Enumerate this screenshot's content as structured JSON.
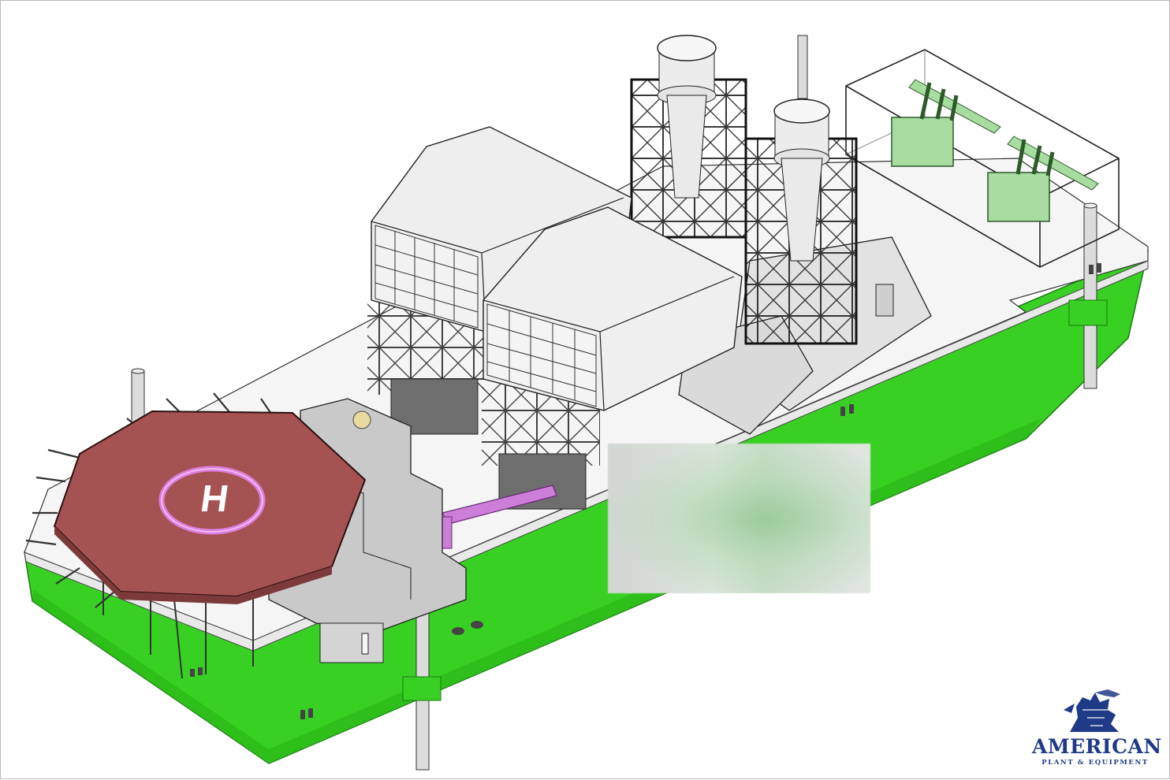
{
  "logo": {
    "word": "AMERICAN",
    "sub": "PLANT & EQUIPMENT",
    "color": "#1f3a86",
    "icon": "griffin-icon"
  },
  "helipad": {
    "marking": "H"
  },
  "colors": {
    "hull": "#39d024",
    "hull_dark": "#2ab818",
    "deck": "#f4f4f4",
    "helipad": "#a55252",
    "marking_ring": "#e07ee0",
    "transformer": "#a8dca0",
    "duct_arm": "#cc7ed8",
    "steel": "#e6e6e6",
    "outline": "#1a1a1a"
  }
}
